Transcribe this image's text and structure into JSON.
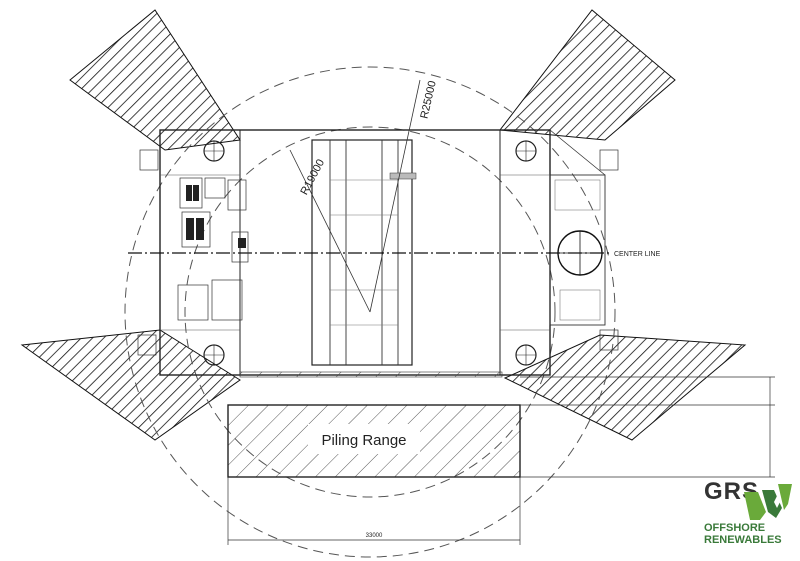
{
  "drawing": {
    "piling_range_label": "Piling Range",
    "center_line_label": "CENTER LINE",
    "radius_inner_label": "R19000",
    "radius_outer_label": "R25000",
    "width_dimension_label": "33000"
  },
  "logo": {
    "mark_text": "GRS",
    "line1": "OFFSHORE",
    "line2": "RENEWABLES",
    "brand_color": "#3a7a3a"
  }
}
